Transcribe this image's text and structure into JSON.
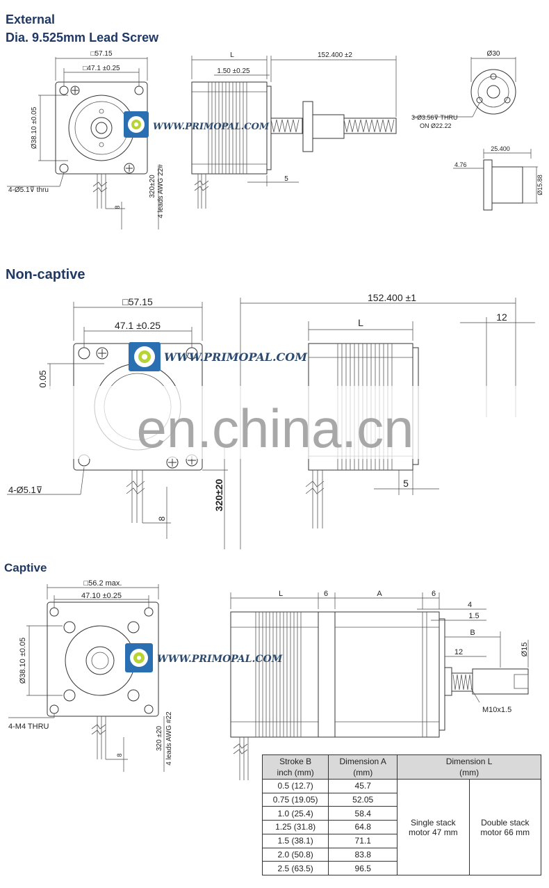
{
  "sections": {
    "external_title_1": "External",
    "external_title_2": "Dia. 9.525mm Lead Screw",
    "noncaptive_title": "Non-captive",
    "captive_title": "Captive"
  },
  "watermark": {
    "brand": "WWW.PRIMOPAL.COM",
    "overlay": "en.china.cn"
  },
  "external": {
    "front_size": "□57.15",
    "hole_pitch": "□47.1 ±0.25",
    "pilot_dia": "Ø38.10 ±0.05",
    "mount_holes": "4-Ø5.1⊽ thru",
    "lead_length": "320±20",
    "lead_spec": "4 leads AWG 22#",
    "lead_strip": "8",
    "body_len": "L",
    "pilot_len": "1.50 ±0.25",
    "screw_len": "152.400 ±2",
    "flange_off": "5",
    "nut_dia": "Ø30",
    "nut_holes_1": "3-Ø3.56⊽ THRU",
    "nut_holes_2": "ON  Ø22.22",
    "nut_len": "25.400",
    "nut_flange": "4.76",
    "nut_body_dia": "Ø15.88"
  },
  "noncaptive": {
    "front_size": "□57.15",
    "hole_pitch": "47.1 ±0.25",
    "pilot_dia_partial": "0.05",
    "mount_holes": "4-Ø5.1⊽",
    "lead_length": "320±20",
    "lead_strip": "8",
    "body_len": "L",
    "screw_len": "152.400  ±1",
    "screw_dia": "12",
    "flange_off": "5"
  },
  "captive": {
    "front_size": "□56.2 max.",
    "hole_pitch": "47.10 ±0.25",
    "pilot_dia": "Ø38.10 ±0.05",
    "mount_holes": "4-M4 THRU",
    "lead_length": "320 ±20",
    "lead_spec": "4 leads AWG #22",
    "lead_strip": "8",
    "dim_L": "L",
    "dim_6a": "6",
    "dim_A": "A",
    "dim_6b": "6",
    "dim_4": "4",
    "dim_1_5": "1.5",
    "dim_B": "B",
    "dim_12": "12",
    "dim_15": "Ø15",
    "thread": "M10x1.5"
  },
  "table": {
    "headers": {
      "stroke": [
        "Stroke B",
        "inch (mm)"
      ],
      "dim_a": [
        "Dimension A",
        "(mm)"
      ],
      "dim_l": [
        "Dimension L",
        "(mm)"
      ]
    },
    "rows": [
      {
        "stroke": "0.5 (12.7)",
        "a": "45.7"
      },
      {
        "stroke": "0.75 (19.05)",
        "a": "52.05"
      },
      {
        "stroke": "1.0 (25.4)",
        "a": "58.4"
      },
      {
        "stroke": "1.25 (31.8)",
        "a": "64.8"
      },
      {
        "stroke": "1.5 (38.1)",
        "a": "71.1"
      },
      {
        "stroke": "2.0 (50.8)",
        "a": "83.8"
      },
      {
        "stroke": "2.5 (63.5)",
        "a": "96.5"
      }
    ],
    "single": [
      "Single stack",
      "motor 47 mm"
    ],
    "double": [
      "Double stack",
      "motor 66 mm"
    ]
  }
}
